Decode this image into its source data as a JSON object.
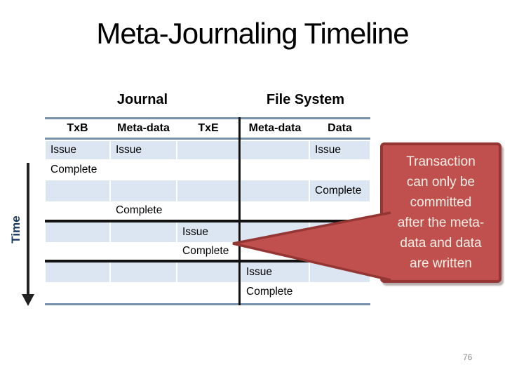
{
  "slide": {
    "title": "Meta-Journaling Timeline",
    "page_number": "76"
  },
  "timeline": {
    "time_axis_label": "Time",
    "groups": [
      {
        "label": "Journal"
      },
      {
        "label": "File System"
      }
    ],
    "columns": [
      {
        "label": "TxB",
        "group": "Journal"
      },
      {
        "label": "Meta-data",
        "group": "Journal"
      },
      {
        "label": "TxE",
        "group": "Journal"
      },
      {
        "label": "Meta-data",
        "group": "File System"
      },
      {
        "label": "Data",
        "group": "File System"
      }
    ],
    "rows": [
      {
        "shaded": true,
        "cells": [
          "Issue",
          "Issue",
          "",
          "",
          "Issue"
        ]
      },
      {
        "shaded": false,
        "cells": [
          "Complete",
          "",
          "",
          "",
          ""
        ]
      },
      {
        "shaded": true,
        "cells": [
          "",
          "",
          "",
          "",
          "Complete"
        ]
      },
      {
        "shaded": false,
        "cells": [
          "",
          "Complete",
          "",
          "",
          ""
        ]
      },
      {
        "shaded": true,
        "cells": [
          "",
          "",
          "Issue",
          "",
          ""
        ],
        "barrier_before": true
      },
      {
        "shaded": false,
        "cells": [
          "",
          "",
          "Complete",
          "",
          ""
        ]
      },
      {
        "shaded": true,
        "cells": [
          "",
          "",
          "",
          "Issue",
          ""
        ],
        "barrier_before": true
      },
      {
        "shaded": false,
        "cells": [
          "",
          "",
          "",
          "Complete",
          ""
        ]
      }
    ]
  },
  "callout": {
    "text": "Transaction can only be committed after the meta-data and data are written",
    "lines": [
      "Transaction",
      "can only be",
      "committed",
      "after the meta-",
      "data and data",
      "are written"
    ]
  },
  "colors": {
    "accent": "#C0504D",
    "accent_border": "#943634",
    "callout_text": "#F7EFE6",
    "row_shade": "#DCE6F2",
    "rule_blue": "#7790AB",
    "barrier": "#111111",
    "time_label": "#17375E",
    "page_number": "#8A8A8A",
    "title": "#000000"
  }
}
